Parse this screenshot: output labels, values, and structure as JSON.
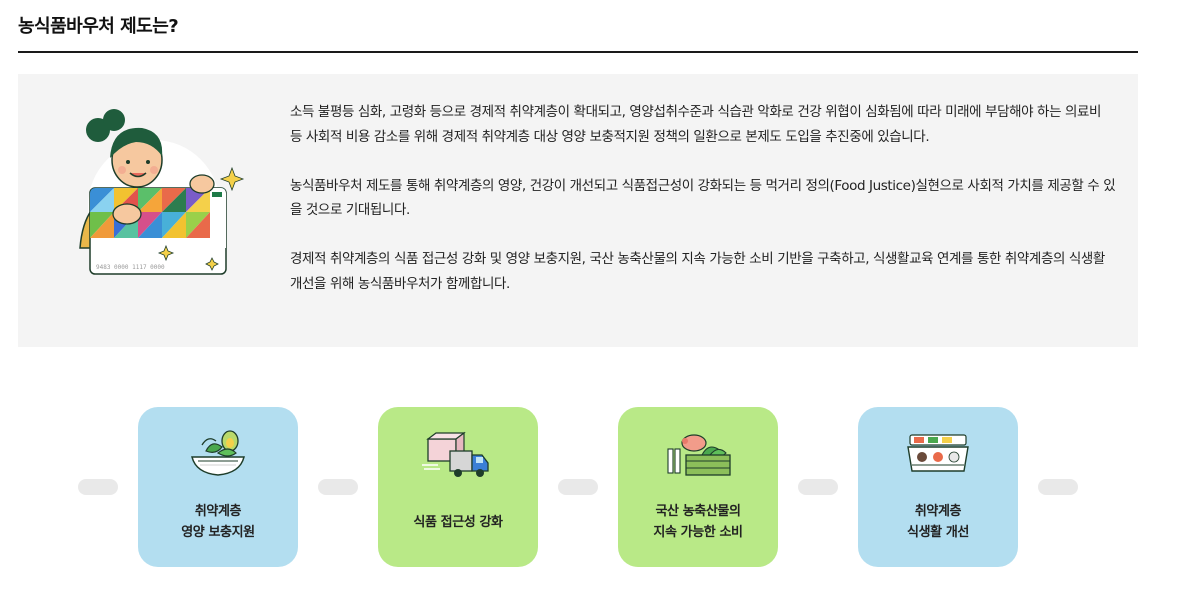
{
  "page": {
    "title": "농식품바우처 제도는?"
  },
  "intro": {
    "card_number": "9483 0000 1117 0000",
    "paragraphs": [
      "소득 불평등 심화, 고령화 등으로 경제적 취약계층이 확대되고, 영양섭취수준과 식습관 악화로 건강 위협이 심화됨에 따라 미래에 부담해야 하는 의료비 등 사회적 비용 감소를 위해 경제적 취약계층 대상 영양 보충적지원 정책의 일환으로 본제도 도입을 추진중에 있습니다.",
      "농식품바우처 제도를 통해 취약계층의 영양, 건강이 개선되고 식품접근성이 강화되는 등 먹거리 정의(Food Justice)실현으로 사회적 가치를 제공할 수 있을 것으로 기대됩니다.",
      "경제적 취약계층의 식품 접근성 강화 및 영양 보충지원, 국산 농축산물의 지속 가능한 소비 기반을 구축하고, 식생활교육 연계를 통한 취약계층의 식생활 개선을 위해 농식품바우처가 함께합니다."
    ]
  },
  "colors": {
    "card_blue": "#b3def0",
    "card_green": "#b9e987",
    "panel_bg": "#f4f4f4"
  },
  "flow": {
    "cards": [
      {
        "icon": "salad-bowl-icon",
        "color": "blue",
        "lines": [
          "취약계층",
          "영양 보충지원"
        ]
      },
      {
        "icon": "delivery-truck-icon",
        "color": "green",
        "lines": [
          "식품 접근성 강화"
        ]
      },
      {
        "icon": "farm-produce-crate-icon",
        "color": "green",
        "lines": [
          "국산 농축산물의",
          "지속 가능한 소비"
        ]
      },
      {
        "icon": "meal-tray-icon",
        "color": "blue",
        "lines": [
          "취약계층",
          "식생활 개선"
        ]
      }
    ]
  }
}
